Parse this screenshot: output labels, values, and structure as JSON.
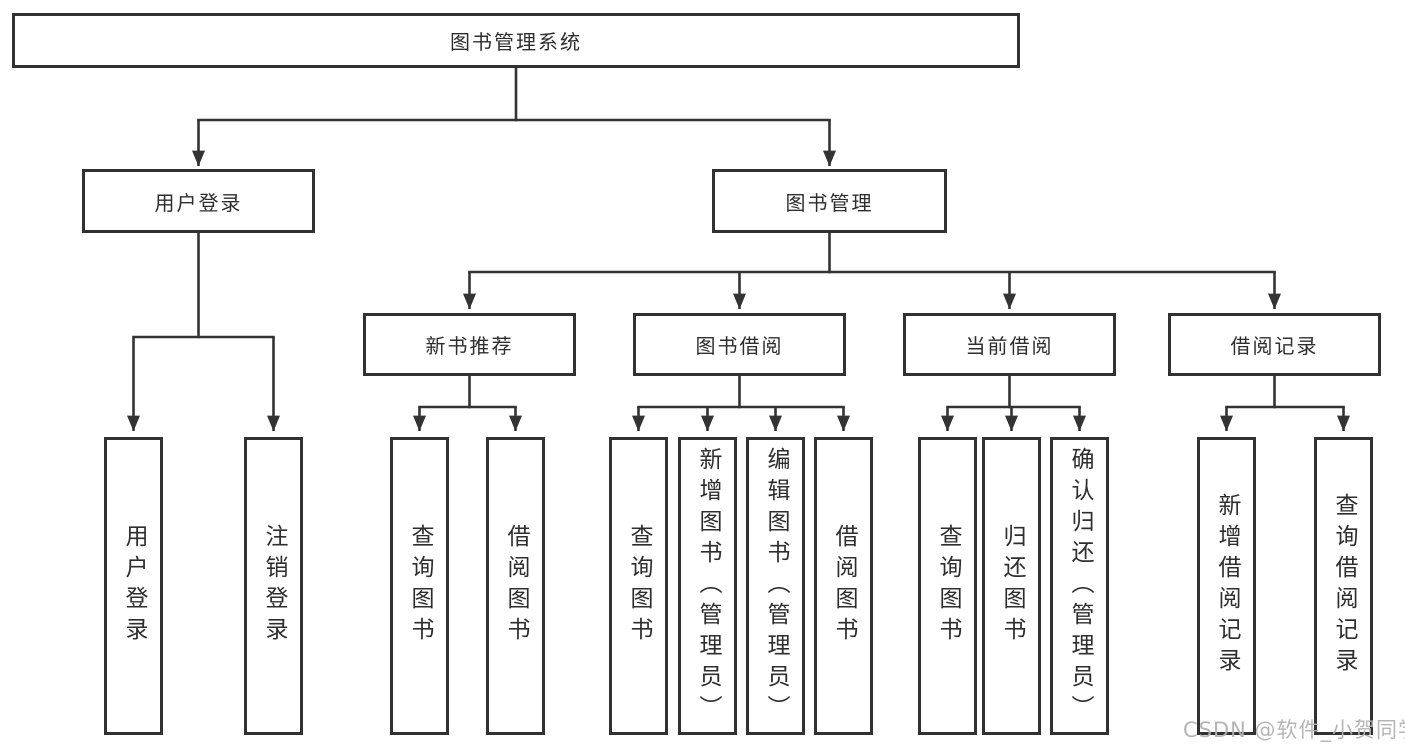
{
  "diagram": {
    "root": {
      "label": "图书管理系统"
    },
    "level2": [
      {
        "label": "用户登录"
      },
      {
        "label": "图书管理"
      }
    ],
    "level3": [
      {
        "label": "新书推荐"
      },
      {
        "label": "图书借阅"
      },
      {
        "label": "当前借阅"
      },
      {
        "label": "借阅记录"
      }
    ],
    "leaves": [
      {
        "label": "用户登录",
        "parent": "用户登录"
      },
      {
        "label": "注销登录",
        "parent": "用户登录"
      },
      {
        "label": "查询图书",
        "parent": "新书推荐"
      },
      {
        "label": "借阅图书",
        "parent": "新书推荐"
      },
      {
        "label": "查询图书",
        "parent": "图书借阅"
      },
      {
        "label": "新增图书（管理员）",
        "parent": "图书借阅"
      },
      {
        "label": "编辑图书（管理员）",
        "parent": "图书借阅"
      },
      {
        "label": "借阅图书",
        "parent": "图书借阅"
      },
      {
        "label": "查询图书",
        "parent": "当前借阅"
      },
      {
        "label": "归还图书",
        "parent": "当前借阅"
      },
      {
        "label": "确认归还（管理员）",
        "parent": "当前借阅"
      },
      {
        "label": "新增借阅记录",
        "parent": "借阅记录"
      },
      {
        "label": "查询借阅记录",
        "parent": "借阅记录"
      }
    ],
    "watermark": "CSDN @软件_小贺同学",
    "colors": {
      "line": "#333333",
      "box_border": "#313131",
      "text": "#2e2e2e",
      "watermark": "#b2b2b2",
      "background": "#ffffff"
    }
  }
}
